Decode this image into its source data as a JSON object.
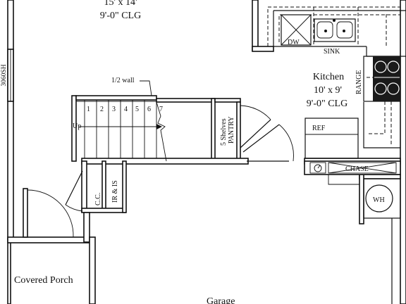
{
  "plan": {
    "top_room_size": "15' x 14'",
    "top_room_ceiling": "9'-0\" CLG",
    "window_label": "3060SH",
    "half_wall_label": "1/2 wall",
    "stair_numbers": [
      "1",
      "2",
      "3",
      "4",
      "5",
      "6",
      "7"
    ],
    "stair_up_label": "Up",
    "pantry_label": "PANTRY",
    "pantry_shelves": "5 Shelves",
    "kitchen": {
      "name": "Kitchen",
      "size": "10' x 9'",
      "ceiling": "9'-0\" CLG",
      "dishwasher": "DW",
      "sink": "SINK",
      "range": "RANGE",
      "refrigerator": "REF"
    },
    "chase_label": "CHASE",
    "water_heater": "WH",
    "coat_closet": "C.C.",
    "bath_label": "IR & IS",
    "covered_porch": "Covered Porch",
    "garage": "Garage"
  }
}
